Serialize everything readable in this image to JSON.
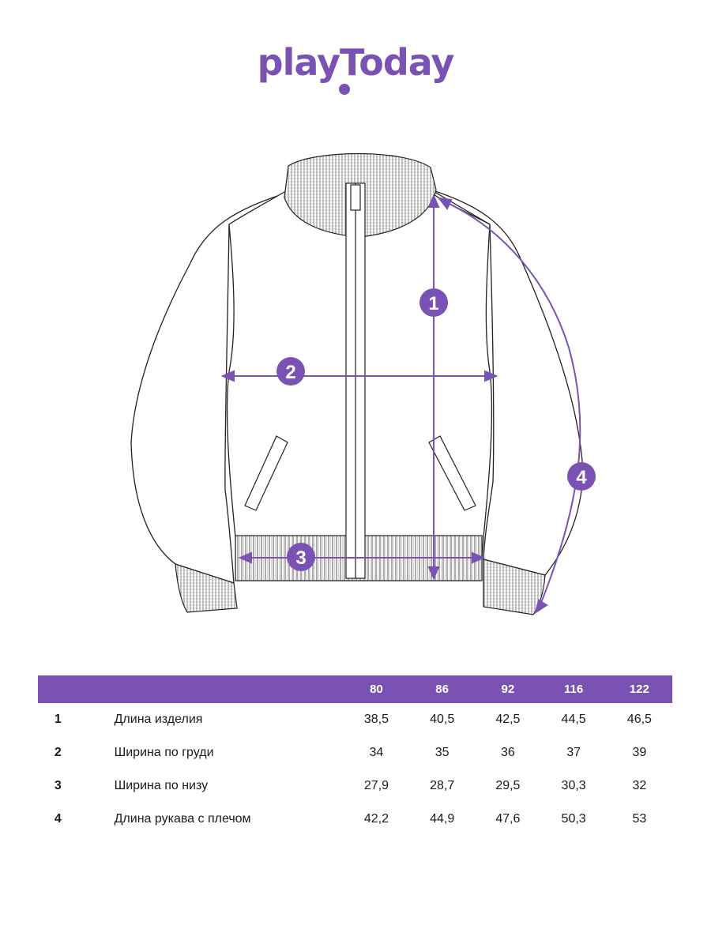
{
  "brand": {
    "logo_text": "playToday",
    "accent_color": "#7a52b3"
  },
  "illustration": {
    "subject": "jacket",
    "markers": [
      "1",
      "2",
      "3",
      "4"
    ]
  },
  "size_table": {
    "headers": [
      "",
      "",
      "80",
      "86",
      "92",
      "116",
      "122"
    ],
    "rows": [
      {
        "num": "1",
        "name": "Длина изделия",
        "values": [
          "38,5",
          "40,5",
          "42,5",
          "44,5",
          "46,5"
        ]
      },
      {
        "num": "2",
        "name": "Ширина по груди",
        "values": [
          "34",
          "35",
          "36",
          "37",
          "39"
        ]
      },
      {
        "num": "3",
        "name": "Ширина по низу",
        "values": [
          "27,9",
          "28,7",
          "29,5",
          "30,3",
          "32"
        ]
      },
      {
        "num": "4",
        "name": "Длина рукава с плечом",
        "values": [
          "42,2",
          "44,9",
          "47,6",
          "50,3",
          "53"
        ]
      }
    ]
  }
}
